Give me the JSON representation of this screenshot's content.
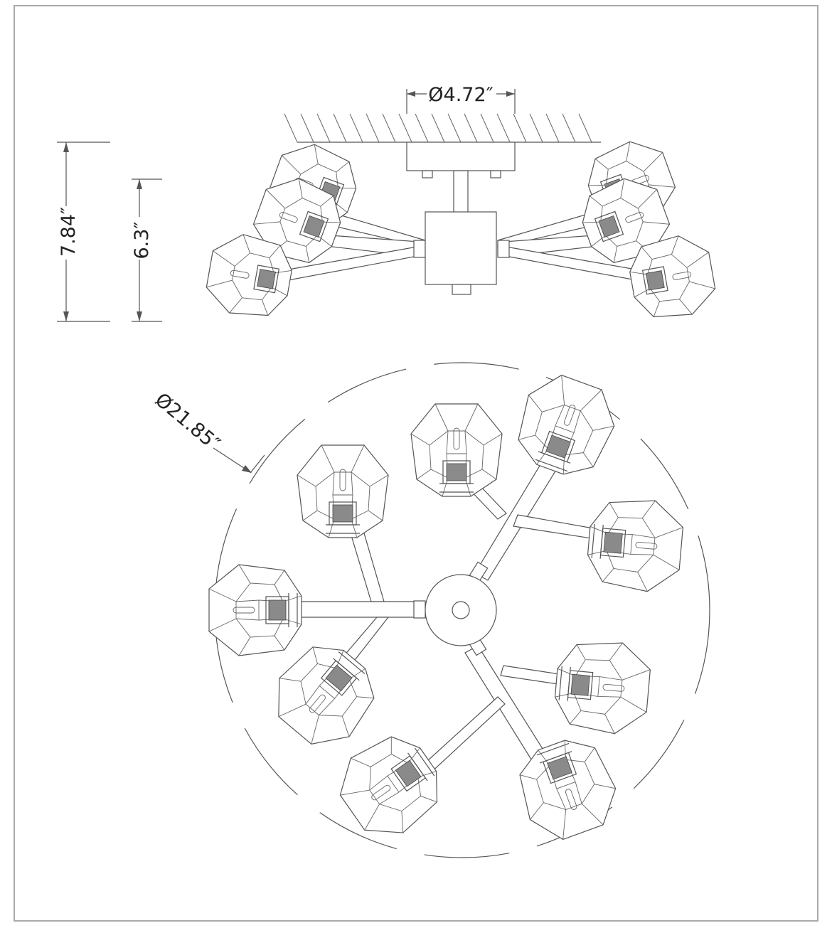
{
  "dimensions": {
    "canopy_diameter": "Ø4.72″",
    "overall_height": "7.84″",
    "body_height": "6.3″",
    "spread_diameter": "Ø21.85″"
  }
}
